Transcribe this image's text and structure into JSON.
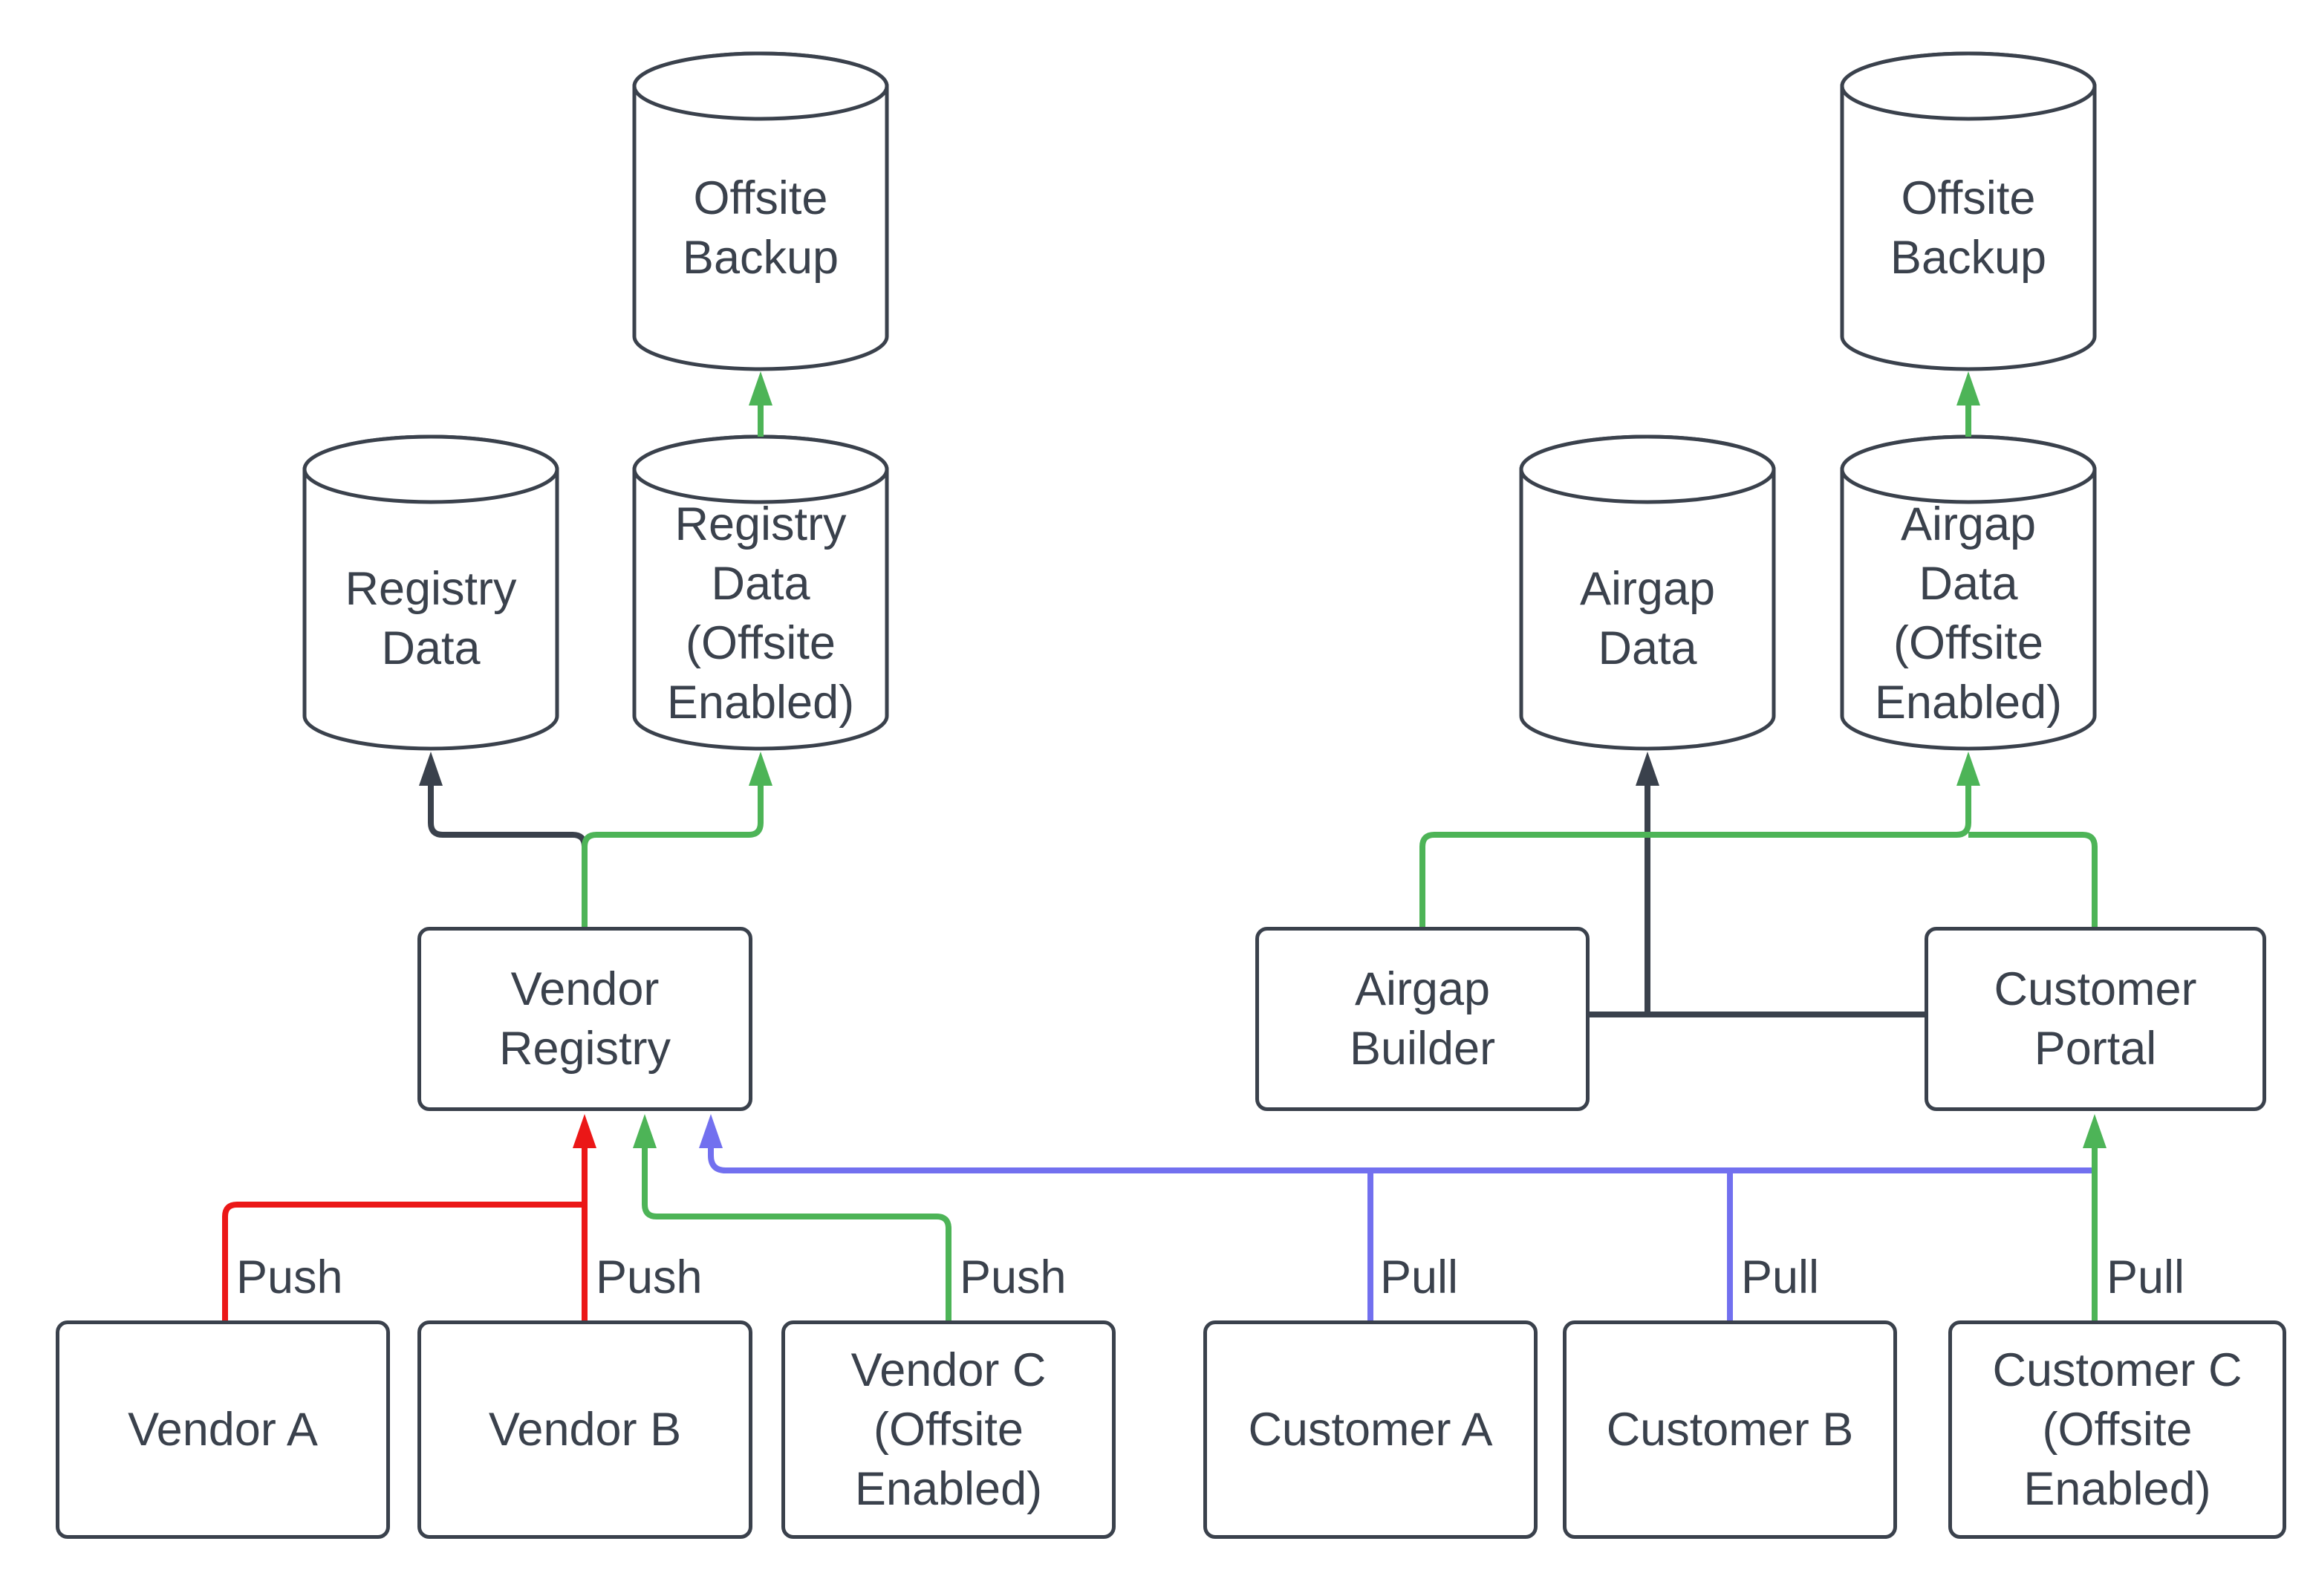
{
  "colors": {
    "stroke": "#3a414c",
    "text": "#3a414c",
    "red": "#eb1717",
    "green": "#4db457",
    "blue": "#7270ef",
    "canvas": "#ffffff"
  },
  "nodes": {
    "offsite_backup_left": {
      "type": "database",
      "lines": [
        "Offsite",
        "Backup"
      ]
    },
    "offsite_backup_right": {
      "type": "database",
      "lines": [
        "Offsite",
        "Backup"
      ]
    },
    "registry_data": {
      "type": "database",
      "lines": [
        "Registry",
        "Data"
      ]
    },
    "registry_data_offsite": {
      "type": "database",
      "lines": [
        "Registry",
        "Data",
        "(Offsite",
        "Enabled)"
      ]
    },
    "airgap_data": {
      "type": "database",
      "lines": [
        "Airgap",
        "Data"
      ]
    },
    "airgap_data_offsite": {
      "type": "database",
      "lines": [
        "Airgap",
        "Data",
        "(Offsite",
        "Enabled)"
      ]
    },
    "vendor_registry": {
      "type": "process",
      "lines": [
        "Vendor",
        "Registry"
      ]
    },
    "airgap_builder": {
      "type": "process",
      "lines": [
        "Airgap",
        "Builder"
      ]
    },
    "customer_portal": {
      "type": "process",
      "lines": [
        "Customer",
        "Portal"
      ]
    },
    "vendor_a": {
      "type": "actor",
      "lines": [
        "Vendor A"
      ]
    },
    "vendor_b": {
      "type": "actor",
      "lines": [
        "Vendor B"
      ]
    },
    "vendor_c": {
      "type": "actor",
      "lines": [
        "Vendor C",
        "(Offsite",
        "Enabled)"
      ]
    },
    "customer_a": {
      "type": "actor",
      "lines": [
        "Customer A"
      ]
    },
    "customer_b": {
      "type": "actor",
      "lines": [
        "Customer B"
      ]
    },
    "customer_c": {
      "type": "actor",
      "lines": [
        "Customer C",
        "(Offsite",
        "Enabled)"
      ]
    }
  },
  "edges": [
    {
      "source": "Vendor A",
      "target": "Vendor Registry",
      "label": "Push",
      "color": "red"
    },
    {
      "source": "Vendor B",
      "target": "Vendor Registry",
      "label": "Push",
      "color": "red"
    },
    {
      "source": "Vendor C (Offsite Enabled)",
      "target": "Vendor Registry",
      "label": "Push",
      "color": "green"
    },
    {
      "source": "Customer A",
      "target": "Vendor Registry",
      "label": "Pull",
      "color": "blue"
    },
    {
      "source": "Customer B",
      "target": "Vendor Registry",
      "label": "Pull",
      "color": "blue"
    },
    {
      "source": "Customer C (Offsite Enabled)",
      "target": "Customer Portal",
      "label": "Pull",
      "color": "green"
    },
    {
      "source": "Vendor Registry",
      "target": "Registry Data",
      "label": "",
      "color": "dark"
    },
    {
      "source": "Vendor Registry",
      "target": "Registry Data (Offsite Enabled)",
      "label": "",
      "color": "green"
    },
    {
      "source": "Registry Data (Offsite Enabled)",
      "target": "Offsite Backup",
      "label": "",
      "color": "green"
    },
    {
      "source": "Airgap Builder",
      "target": "Airgap Data",
      "label": "",
      "color": "dark"
    },
    {
      "source": "Customer Portal",
      "target": "Airgap Data",
      "label": "",
      "color": "dark"
    },
    {
      "source": "Airgap Builder",
      "target": "Airgap Data (Offsite Enabled)",
      "label": "",
      "color": "green"
    },
    {
      "source": "Customer Portal",
      "target": "Airgap Data (Offsite Enabled)",
      "label": "",
      "color": "green"
    },
    {
      "source": "Airgap Data (Offsite Enabled)",
      "target": "Offsite Backup",
      "label": "",
      "color": "green"
    },
    {
      "source": "Customer Portal",
      "target": "Vendor Registry",
      "label": "",
      "color": "blue"
    }
  ]
}
